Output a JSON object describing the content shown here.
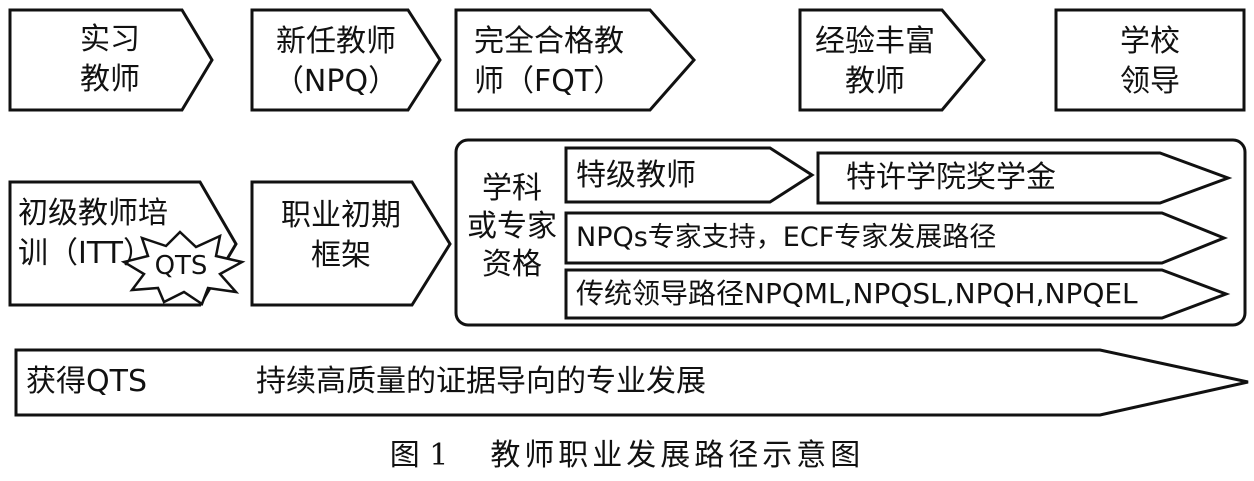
{
  "stages": {
    "intern": [
      "实习",
      "教师"
    ],
    "new_teacher": [
      "新任教师",
      "（NPQ）"
    ],
    "fully_qualified": [
      "完全合格教",
      "师（FQT）"
    ],
    "experienced": [
      "经验丰富",
      "教师"
    ],
    "leadership": [
      "学校",
      "领导"
    ]
  },
  "itt": [
    "初级教师培",
    "训（ITT）"
  ],
  "qts_burst": "QTS",
  "ecf": [
    "职业初期",
    "框架"
  ],
  "qualification_group": {
    "label": [
      "学科",
      "或专家",
      "资格"
    ],
    "special_teacher": "特级教师",
    "chartered_college": "特许学院奖学金",
    "npq_specialist": "NPQs专家支持，ECF专家发展路径",
    "leadership_paths": "传统领导路径NPQML,NPQSL,NPQH,NPQEL"
  },
  "bottom_arrow": {
    "left_label": "获得QTS",
    "main_label": "持续高质量的证据导向的专业发展"
  },
  "caption": {
    "figure_number": "图 1",
    "title": "教师职业发展路径示意图"
  }
}
